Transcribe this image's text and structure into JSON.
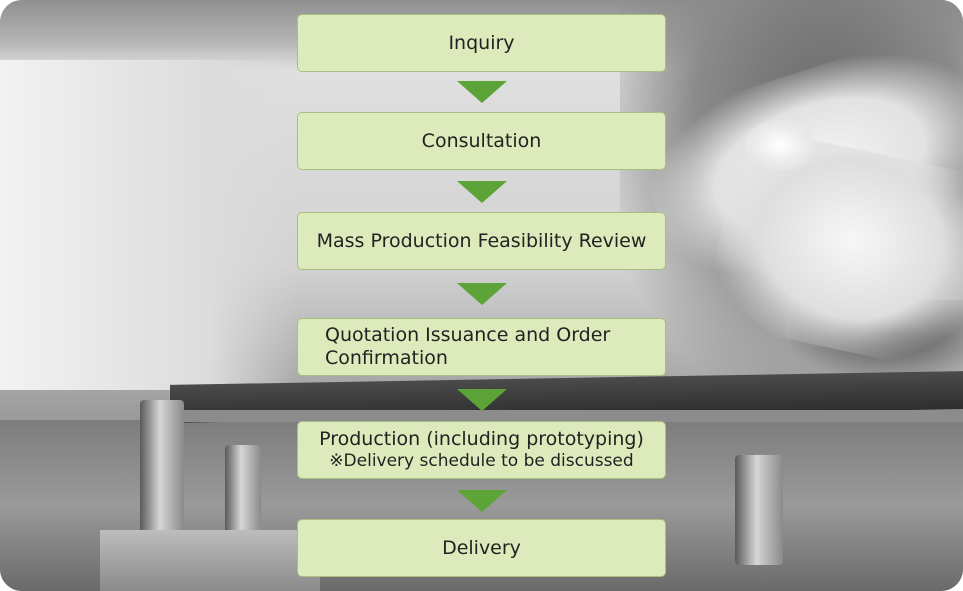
{
  "flow": {
    "steps": [
      {
        "label": "Inquiry"
      },
      {
        "label": "Consultation"
      },
      {
        "label": "Mass Production Feasibility Review"
      },
      {
        "label": "Quotation Issuance and Order Confirmation"
      },
      {
        "label": "Production (including prototyping)",
        "note": "※Delivery schedule to be discussed"
      },
      {
        "label": "Delivery"
      }
    ]
  },
  "colors": {
    "step_fill": "#ddebbc",
    "step_border": "#a9bf82",
    "arrow": "#5ca338"
  }
}
